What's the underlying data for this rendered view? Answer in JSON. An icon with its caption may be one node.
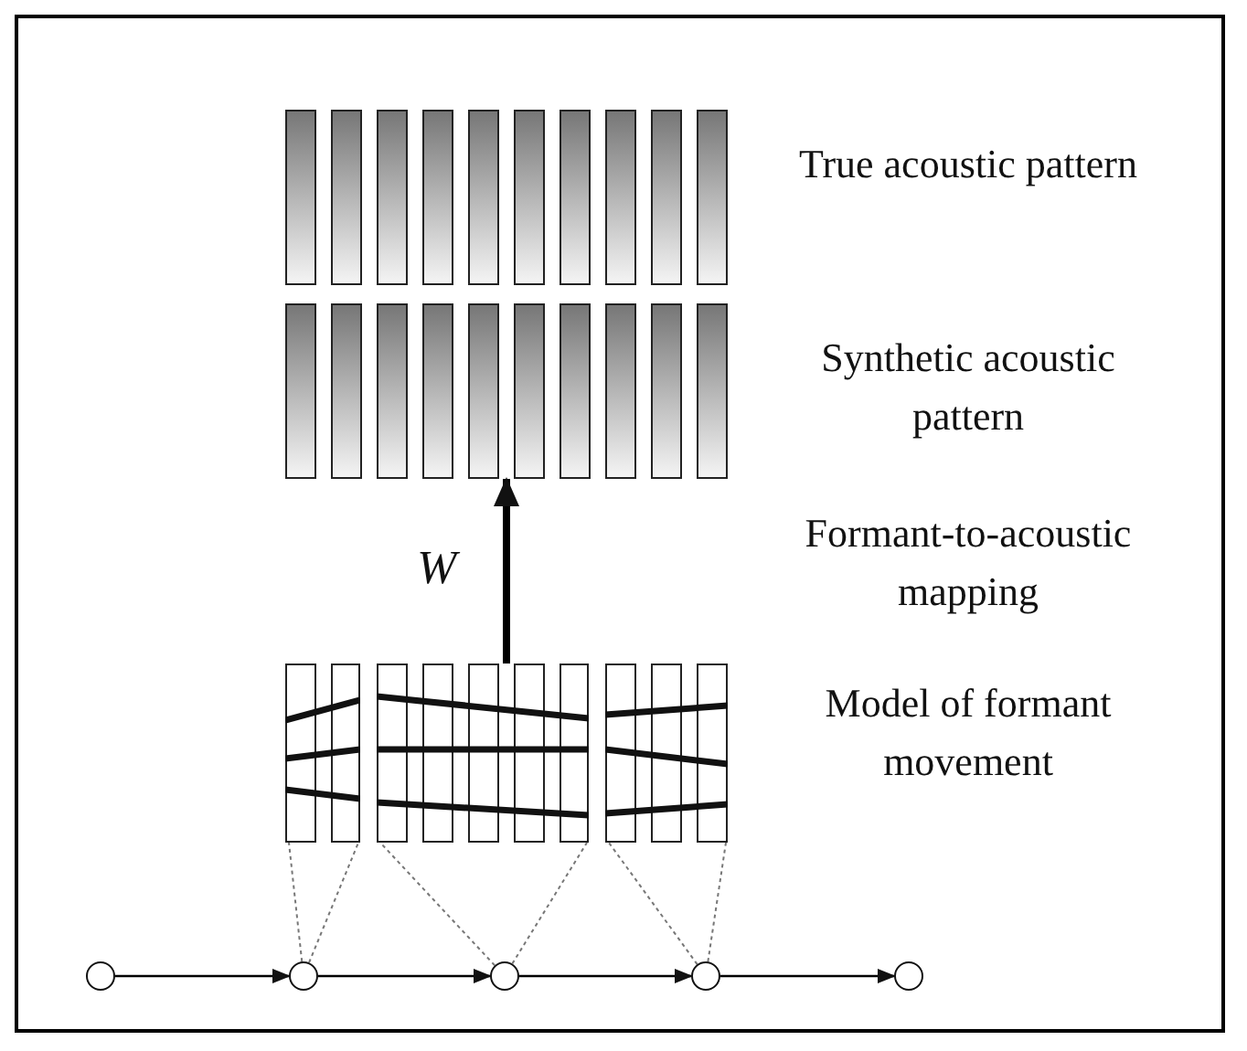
{
  "diagram": {
    "nodes": [
      {
        "text": [],
        "shape": "box",
        "beside": [
          "True acoustic pattern"
        ]
      },
      {
        "text": [],
        "shape": "box",
        "beside": [
          "Synthetic acoustic pattern"
        ]
      },
      {
        "text": [],
        "shape": "box",
        "beside": [
          "Model of formant movement"
        ]
      },
      {
        "text": [],
        "shape": "box",
        "in": 2
      },
      {
        "text": [],
        "shape": "box",
        "in": 2
      },
      {
        "text": [],
        "shape": "box",
        "in": 2
      },
      {
        "text": [],
        "shape": "circle"
      },
      {
        "text": [],
        "shape": "circle"
      },
      {
        "text": [],
        "shape": "circle"
      },
      {
        "text": [],
        "shape": "circle"
      },
      {
        "text": [],
        "shape": "circle"
      }
    ],
    "edges": [
      {
        "from": 2,
        "to": 1,
        "arrow": "to",
        "label": "W",
        "style": "thick",
        "color": "#000000"
      },
      {
        "from": 7,
        "to": 3,
        "arrow": "none",
        "style": "dashed"
      },
      {
        "from": 7,
        "to": 3,
        "arrow": "none",
        "style": "dashed"
      },
      {
        "from": 8,
        "to": 4,
        "arrow": "none",
        "style": "dashed"
      },
      {
        "from": 8,
        "to": 4,
        "arrow": "none",
        "style": "dashed"
      },
      {
        "from": 9,
        "to": 5,
        "arrow": "none",
        "style": "dashed"
      },
      {
        "from": 9,
        "to": 5,
        "arrow": "none",
        "style": "dashed"
      },
      {
        "from": 6,
        "to": 7,
        "arrow": "to",
        "color": "#000000"
      },
      {
        "from": 7,
        "to": 8,
        "arrow": "to",
        "color": "#000000"
      },
      {
        "from": 8,
        "to": 9,
        "arrow": "to",
        "color": "#000000"
      },
      {
        "from": 9,
        "to": 10,
        "arrow": "to",
        "color": "#000000"
      }
    ],
    "labels": [
      "Formant-to-acoustic mapping"
    ]
  }
}
